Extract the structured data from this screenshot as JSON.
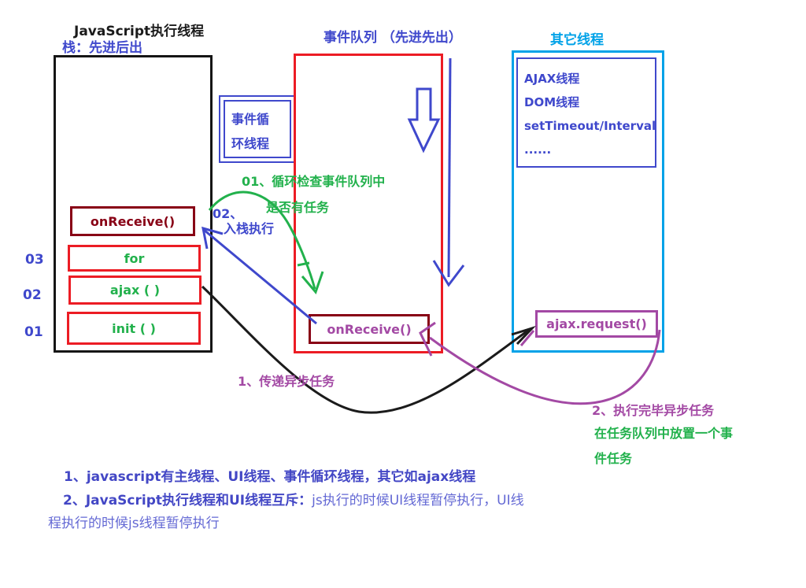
{
  "colors": {
    "blue": "#3F48CC",
    "red": "#EC1C24",
    "dark_red": "#880015",
    "green": "#22B14C",
    "cyan": "#00A2E8",
    "purple": "#A349A4",
    "black": "#1b1b1b",
    "note_blue": "#4347C5"
  },
  "titles": {
    "js_thread": "JavaScript执行线程",
    "stack_rule": "栈：先进后出",
    "event_queue": "事件队列 （先进先出）",
    "other_threads": "其它线程"
  },
  "stack": {
    "top_frame": "onReceive()",
    "frames": [
      {
        "index": "03",
        "label": "for"
      },
      {
        "index": "02",
        "label": "ajax ( )"
      },
      {
        "index": "01",
        "label": "init ( )"
      }
    ]
  },
  "event_loop_box": {
    "line1": "事件循",
    "line2": "环线程"
  },
  "event_queue": {
    "task": "onReceive()"
  },
  "other_threads": {
    "items": [
      "AJAX线程",
      "DOM线程",
      "setTimeout/Interval",
      "......"
    ],
    "task": "ajax.request()"
  },
  "annotations": {
    "loop_check_line1": "01、循环检查事件队列中",
    "loop_check_line2": "是否有任务",
    "push_line1": "02、",
    "push_line2": "入栈执行",
    "pass_async": "1、传递异步任务",
    "async_done": "2、执行完毕异步任务",
    "place_event_line1": "在任务队列中放置一个事",
    "place_event_line2": "件任务"
  },
  "notes": {
    "line1": "1、javascript有主线程、UI线程、事件循环线程，其它如ajax线程",
    "line2_bold": "2、JavaScript执行线程和UI线程互斥：",
    "line2_rest": "js执行的时候UI线程暂停执行，UI线",
    "line3": "程执行的时候js线程暂停执行"
  }
}
